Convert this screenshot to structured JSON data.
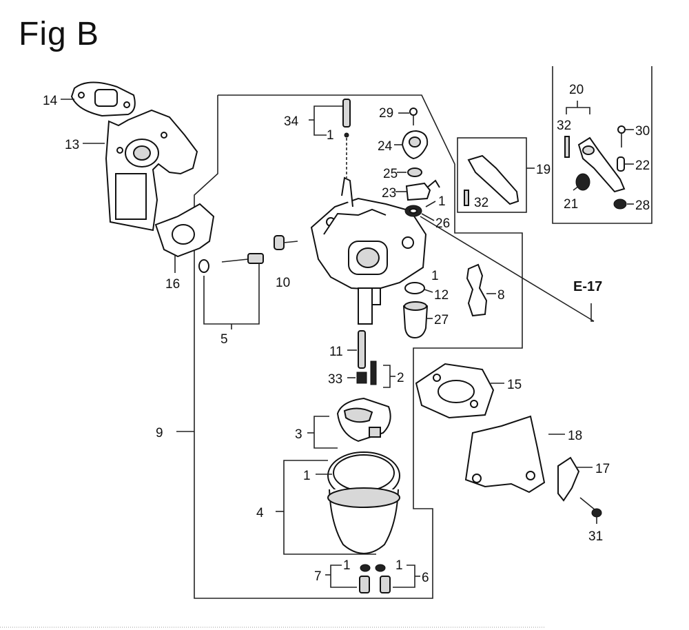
{
  "figure": {
    "title": "Fig B",
    "ref_label": "E-17"
  },
  "labels": {
    "l1a": "1",
    "l1b": "1",
    "l1c": "1",
    "l1d": "1",
    "l1e": "1",
    "l1f": "1",
    "l2": "2",
    "l3": "3",
    "l4": "4",
    "l5": "5",
    "l6": "6",
    "l7": "7",
    "l8": "8",
    "l9": "9",
    "l10": "10",
    "l11": "11",
    "l12": "12",
    "l13": "13",
    "l14": "14",
    "l15": "15",
    "l16": "16",
    "l17": "17",
    "l18": "18",
    "l19": "19",
    "l20": "20",
    "l21": "21",
    "l22": "22",
    "l23": "23",
    "l24": "24",
    "l25": "25",
    "l26": "26",
    "l27": "27",
    "l28": "28",
    "l29": "29",
    "l30": "30",
    "l31": "31",
    "l32a": "32",
    "l32b": "32",
    "l33": "33",
    "l34": "34"
  }
}
